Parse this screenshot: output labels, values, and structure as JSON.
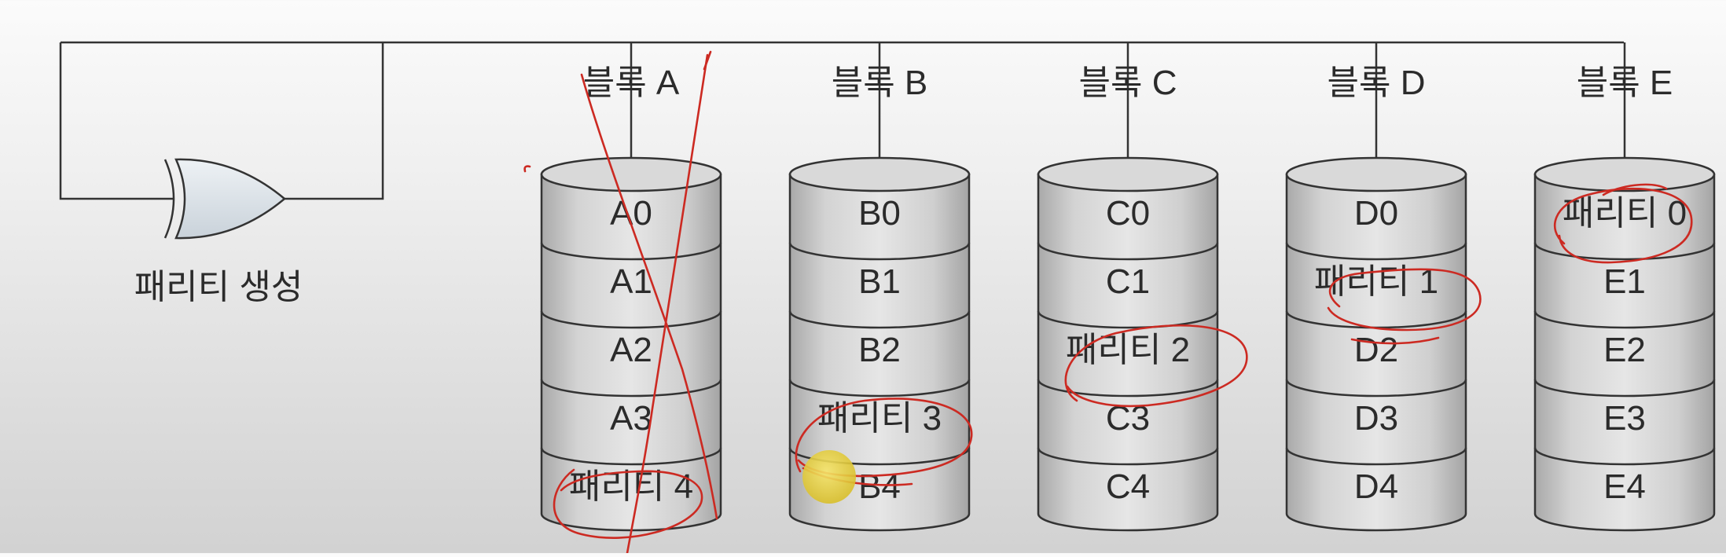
{
  "generator": {
    "label": "패리티 생성",
    "icon": "xor-gate-icon"
  },
  "disks": [
    {
      "id": "A",
      "title": "블록 A",
      "cells": [
        "A0",
        "A1",
        "A2",
        "A3",
        "패리티 4"
      ]
    },
    {
      "id": "B",
      "title": "블록 B",
      "cells": [
        "B0",
        "B1",
        "B2",
        "패리티 3",
        "B4"
      ]
    },
    {
      "id": "C",
      "title": "블록 C",
      "cells": [
        "C0",
        "C1",
        "패리티 2",
        "C3",
        "C4"
      ]
    },
    {
      "id": "D",
      "title": "블록 D",
      "cells": [
        "D0",
        "패리티 1",
        "D2",
        "D3",
        "D4"
      ]
    },
    {
      "id": "E",
      "title": "블록 E",
      "cells": [
        "패리티 0",
        "E1",
        "E2",
        "E3",
        "E4"
      ]
    }
  ],
  "colors": {
    "line": "#333333",
    "disk_fill": "#d8d8d8",
    "disk_shade": "#b8b8b8",
    "gate_fill": "#dfe5ea",
    "annotation": "#cc2a22",
    "pointer": "#e9d23a"
  }
}
